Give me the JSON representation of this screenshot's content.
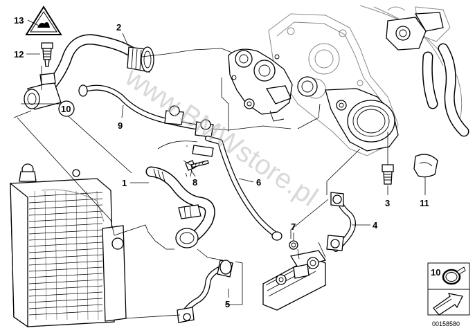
{
  "callouts": {
    "c1": "1",
    "c2": "2",
    "c3": "3",
    "c4": "4",
    "c5": "5",
    "c6": "6",
    "c7": "7",
    "c8": "8",
    "c9": "9",
    "c10": "10",
    "c11": "11",
    "c12": "12",
    "c13": "13"
  },
  "legend": {
    "label": "10"
  },
  "watermark": "www.BMWstore.pl",
  "footer": {
    "diagram_number": "00158580"
  }
}
